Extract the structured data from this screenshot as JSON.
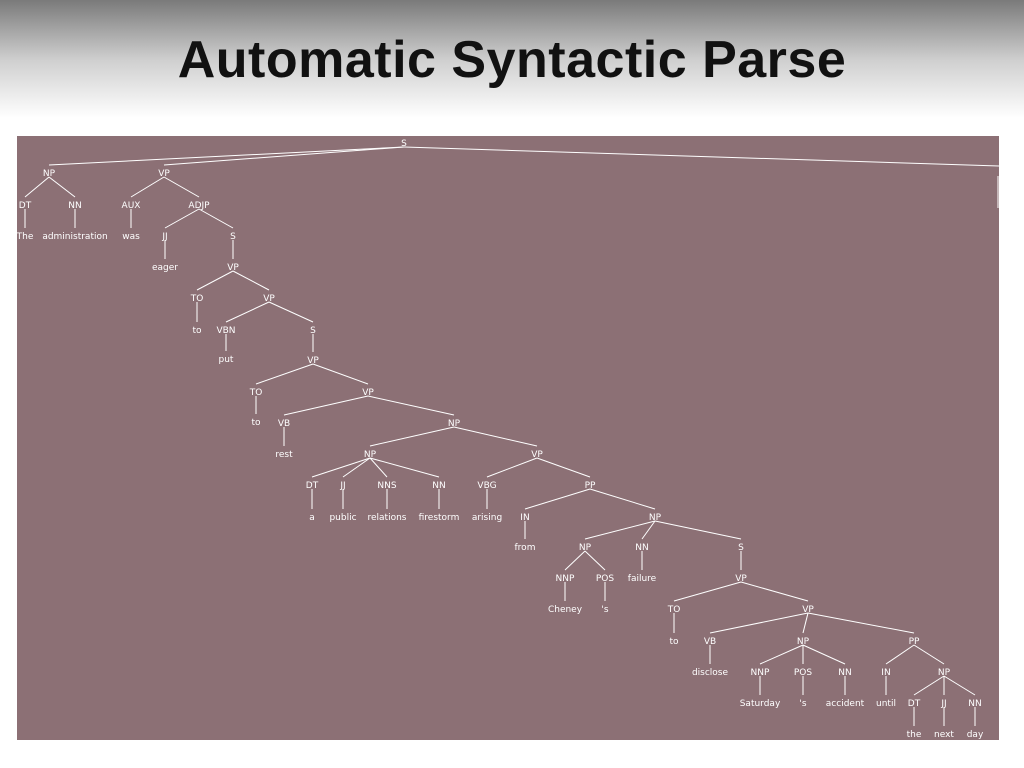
{
  "title": "Automatic Syntactic Parse",
  "colors": {
    "panel": "#8c7075",
    "tree_ink": "#ffffff",
    "title": "#111111"
  },
  "tree": {
    "nodes": [
      {
        "id": "s0",
        "label": "S"
      },
      {
        "id": "np1",
        "label": "NP"
      },
      {
        "id": "vp1",
        "label": "VP"
      },
      {
        "id": "dt1",
        "label": "DT"
      },
      {
        "id": "nn1",
        "label": "NN"
      },
      {
        "id": "w_the",
        "label": "The"
      },
      {
        "id": "w_admin",
        "label": "administration"
      },
      {
        "id": "aux1",
        "label": "AUX"
      },
      {
        "id": "adjp1",
        "label": "ADJP"
      },
      {
        "id": "w_was",
        "label": "was"
      },
      {
        "id": "jj1",
        "label": "JJ"
      },
      {
        "id": "s1",
        "label": "S"
      },
      {
        "id": "w_eager",
        "label": "eager"
      },
      {
        "id": "vp2",
        "label": "VP"
      },
      {
        "id": "to1",
        "label": "TO"
      },
      {
        "id": "vp3",
        "label": "VP"
      },
      {
        "id": "w_to1",
        "label": "to"
      },
      {
        "id": "vbn1",
        "label": "VBN"
      },
      {
        "id": "s2",
        "label": "S"
      },
      {
        "id": "w_put",
        "label": "put"
      },
      {
        "id": "vp4",
        "label": "VP"
      },
      {
        "id": "to2",
        "label": "TO"
      },
      {
        "id": "vp5",
        "label": "VP"
      },
      {
        "id": "w_to2",
        "label": "to"
      },
      {
        "id": "vb1",
        "label": "VB"
      },
      {
        "id": "np2",
        "label": "NP"
      },
      {
        "id": "w_rest",
        "label": "rest"
      },
      {
        "id": "np3",
        "label": "NP"
      },
      {
        "id": "vp6",
        "label": "VP"
      },
      {
        "id": "dt2",
        "label": "DT"
      },
      {
        "id": "jj2",
        "label": "JJ"
      },
      {
        "id": "nns1",
        "label": "NNS"
      },
      {
        "id": "nn2",
        "label": "NN"
      },
      {
        "id": "w_a",
        "label": "a"
      },
      {
        "id": "w_public",
        "label": "public"
      },
      {
        "id": "w_relations",
        "label": "relations"
      },
      {
        "id": "w_firestorm",
        "label": "firestorm"
      },
      {
        "id": "vbg1",
        "label": "VBG"
      },
      {
        "id": "pp1",
        "label": "PP"
      },
      {
        "id": "w_arising",
        "label": "arising"
      },
      {
        "id": "in1",
        "label": "IN"
      },
      {
        "id": "np4",
        "label": "NP"
      },
      {
        "id": "w_from",
        "label": "from"
      },
      {
        "id": "np5",
        "label": "NP"
      },
      {
        "id": "nn3",
        "label": "NN"
      },
      {
        "id": "s3",
        "label": "S"
      },
      {
        "id": "nnp1",
        "label": "NNP"
      },
      {
        "id": "pos1",
        "label": "POS"
      },
      {
        "id": "w_failure",
        "label": "failure"
      },
      {
        "id": "vp7",
        "label": "VP"
      },
      {
        "id": "w_cheney",
        "label": "Cheney"
      },
      {
        "id": "w_s1",
        "label": "'s"
      },
      {
        "id": "to3",
        "label": "TO"
      },
      {
        "id": "vp8",
        "label": "VP"
      },
      {
        "id": "w_to3",
        "label": "to"
      },
      {
        "id": "vb2",
        "label": "VB"
      },
      {
        "id": "np6",
        "label": "NP"
      },
      {
        "id": "pp2",
        "label": "PP"
      },
      {
        "id": "w_disclose",
        "label": "disclose"
      },
      {
        "id": "nnp2",
        "label": "NNP"
      },
      {
        "id": "pos2",
        "label": "POS"
      },
      {
        "id": "nn4",
        "label": "NN"
      },
      {
        "id": "in2",
        "label": "IN"
      },
      {
        "id": "np7",
        "label": "NP"
      },
      {
        "id": "w_saturday",
        "label": "Saturday"
      },
      {
        "id": "w_s2",
        "label": "'s"
      },
      {
        "id": "w_accident",
        "label": "accident"
      },
      {
        "id": "w_until",
        "label": "until"
      },
      {
        "id": "dt3",
        "label": "DT"
      },
      {
        "id": "jj3",
        "label": "JJ"
      },
      {
        "id": "nn5",
        "label": "NN"
      },
      {
        "id": "w_the2",
        "label": "the"
      },
      {
        "id": "w_next",
        "label": "next"
      },
      {
        "id": "w_day",
        "label": "day"
      }
    ],
    "edges": [
      [
        "s0",
        "np1"
      ],
      [
        "s0",
        "vp1"
      ],
      [
        "np1",
        "dt1"
      ],
      [
        "np1",
        "nn1"
      ],
      [
        "dt1",
        "w_the"
      ],
      [
        "nn1",
        "w_admin"
      ],
      [
        "vp1",
        "aux1"
      ],
      [
        "vp1",
        "adjp1"
      ],
      [
        "aux1",
        "w_was"
      ],
      [
        "adjp1",
        "jj1"
      ],
      [
        "adjp1",
        "s1"
      ],
      [
        "jj1",
        "w_eager"
      ],
      [
        "s1",
        "vp2"
      ],
      [
        "vp2",
        "to1"
      ],
      [
        "vp2",
        "vp3"
      ],
      [
        "to1",
        "w_to1"
      ],
      [
        "vp3",
        "vbn1"
      ],
      [
        "vp3",
        "s2"
      ],
      [
        "vbn1",
        "w_put"
      ],
      [
        "s2",
        "vp4"
      ],
      [
        "vp4",
        "to2"
      ],
      [
        "vp4",
        "vp5"
      ],
      [
        "to2",
        "w_to2"
      ],
      [
        "vp5",
        "vb1"
      ],
      [
        "vp5",
        "np2"
      ],
      [
        "vb1",
        "w_rest"
      ],
      [
        "np2",
        "np3"
      ],
      [
        "np2",
        "vp6"
      ],
      [
        "np3",
        "dt2"
      ],
      [
        "np3",
        "jj2"
      ],
      [
        "np3",
        "nns1"
      ],
      [
        "np3",
        "nn2"
      ],
      [
        "dt2",
        "w_a"
      ],
      [
        "jj2",
        "w_public"
      ],
      [
        "nns1",
        "w_relations"
      ],
      [
        "nn2",
        "w_firestorm"
      ],
      [
        "vp6",
        "vbg1"
      ],
      [
        "vp6",
        "pp1"
      ],
      [
        "vbg1",
        "w_arising"
      ],
      [
        "pp1",
        "in1"
      ],
      [
        "pp1",
        "np4"
      ],
      [
        "in1",
        "w_from"
      ],
      [
        "np4",
        "np5"
      ],
      [
        "np4",
        "nn3"
      ],
      [
        "np4",
        "s3"
      ],
      [
        "np5",
        "nnp1"
      ],
      [
        "np5",
        "pos1"
      ],
      [
        "nnp1",
        "w_cheney"
      ],
      [
        "pos1",
        "w_s1"
      ],
      [
        "nn3",
        "w_failure"
      ],
      [
        "s3",
        "vp7"
      ],
      [
        "vp7",
        "to3"
      ],
      [
        "vp7",
        "vp8"
      ],
      [
        "to3",
        "w_to3"
      ],
      [
        "vp8",
        "vb2"
      ],
      [
        "vp8",
        "np6"
      ],
      [
        "vp8",
        "pp2"
      ],
      [
        "vb2",
        "w_disclose"
      ],
      [
        "np6",
        "nnp2"
      ],
      [
        "np6",
        "pos2"
      ],
      [
        "np6",
        "nn4"
      ],
      [
        "nnp2",
        "w_saturday"
      ],
      [
        "pos2",
        "w_s2"
      ],
      [
        "nn4",
        "w_accident"
      ],
      [
        "pp2",
        "in2"
      ],
      [
        "pp2",
        "np7"
      ],
      [
        "in2",
        "w_until"
      ],
      [
        "np7",
        "dt3"
      ],
      [
        "np7",
        "jj3"
      ],
      [
        "np7",
        "nn5"
      ],
      [
        "dt3",
        "w_the2"
      ],
      [
        "jj3",
        "w_next"
      ],
      [
        "nn5",
        "w_day"
      ]
    ]
  }
}
